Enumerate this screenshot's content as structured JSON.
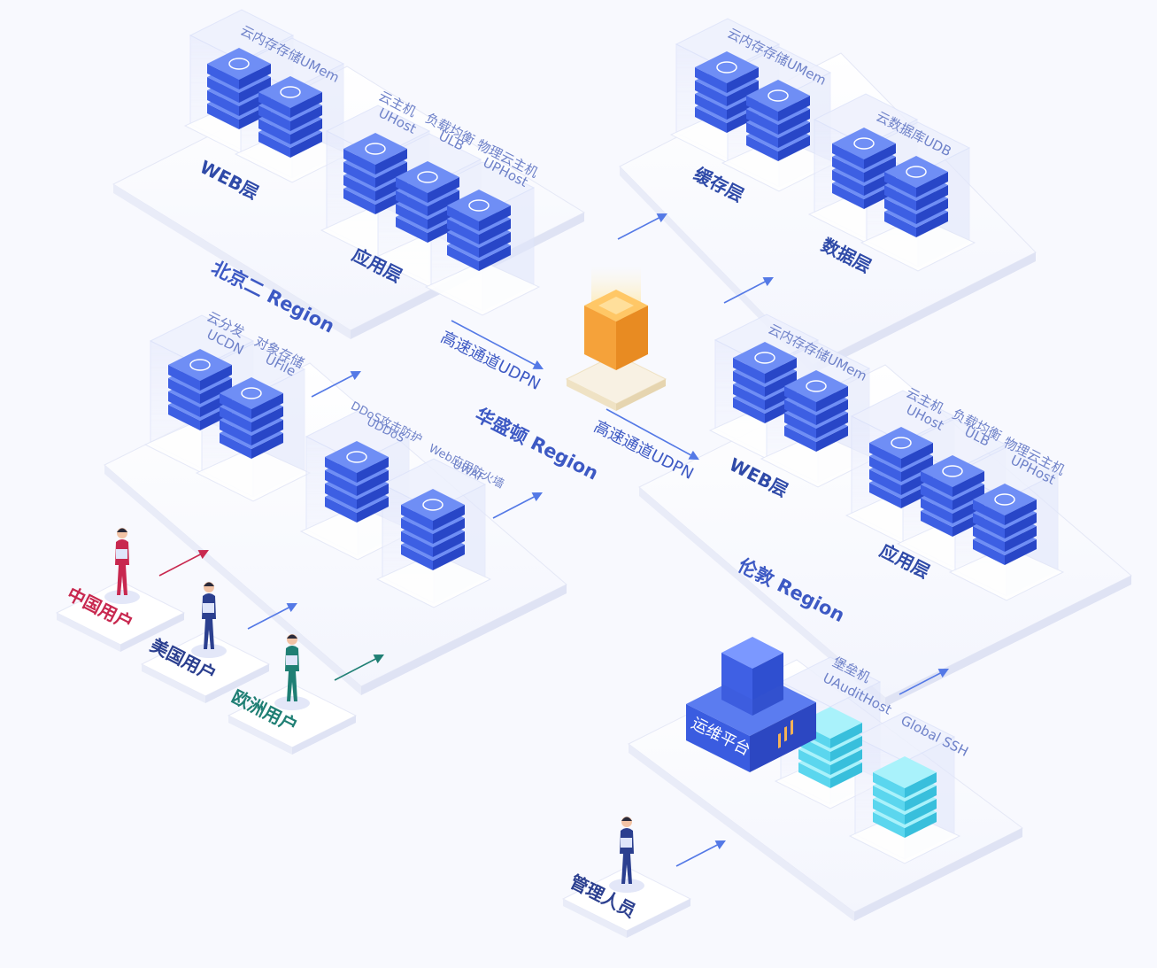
{
  "regions": {
    "beijing": "北京二 Region",
    "washington": "华盛顿 Region",
    "london": "伦敦 Region"
  },
  "links": {
    "udpn_1": "高速通道UDPN",
    "udpn_2": "高速通道UDPN"
  },
  "beijing": {
    "umem": "云内存存储UMem",
    "uhost_cn": "云主机",
    "uhost_en": "UHost",
    "ulb_cn": "负载均衡",
    "ulb_en": "ULB",
    "uphost_cn": "物理云主机",
    "uphost_en": "UPHost",
    "web_layer": "WEB层",
    "app_layer": "应用层"
  },
  "washington": {
    "ucdn_cn": "云分发",
    "ucdn_en": "UCDN",
    "ufile_cn": "对象存储",
    "ufile_en": "UFile",
    "uddos_cn": "DDoS攻击防护",
    "uddos_en": "UDDoS",
    "uwaf_cn": "Web应用防火墙",
    "uwaf_en": "UWAF"
  },
  "datacenter": {
    "umem": "云内存存储UMem",
    "udb": "云数据库UDB",
    "cache_layer": "缓存层",
    "data_layer": "数据层"
  },
  "london": {
    "umem": "云内存存储UMem",
    "uhost_cn": "云主机",
    "uhost_en": "UHost",
    "ulb_cn": "负载均衡",
    "ulb_en": "ULB",
    "uphost_cn": "物理云主机",
    "uphost_en": "UPHost",
    "web_layer": "WEB层",
    "app_layer": "应用层"
  },
  "ops": {
    "platform": "运维平台",
    "bastion_cn": "堡垒机",
    "bastion_en": "UAuditHost",
    "ssh": "Global SSH",
    "admin": "管理人员"
  },
  "users": {
    "china": "中国用户",
    "usa": "美国用户",
    "europe": "欧洲用户"
  },
  "colors": {
    "primary": "#3a5ce0",
    "china": "#c8284f",
    "usa": "#2b3f8f",
    "europe": "#1f7f74",
    "cyan": "#53d3ec",
    "orange": "#f29a2e"
  },
  "icons": {
    "umem": "grid-icon",
    "uhost": "server-icon",
    "ulb": "balance-icon",
    "uphost": "physical-host-icon",
    "udb": "database-icon",
    "ucdn": "cdn-icon",
    "ufile": "file-icon",
    "uddos": "shield-icon",
    "uwaf": "firewall-icon"
  }
}
